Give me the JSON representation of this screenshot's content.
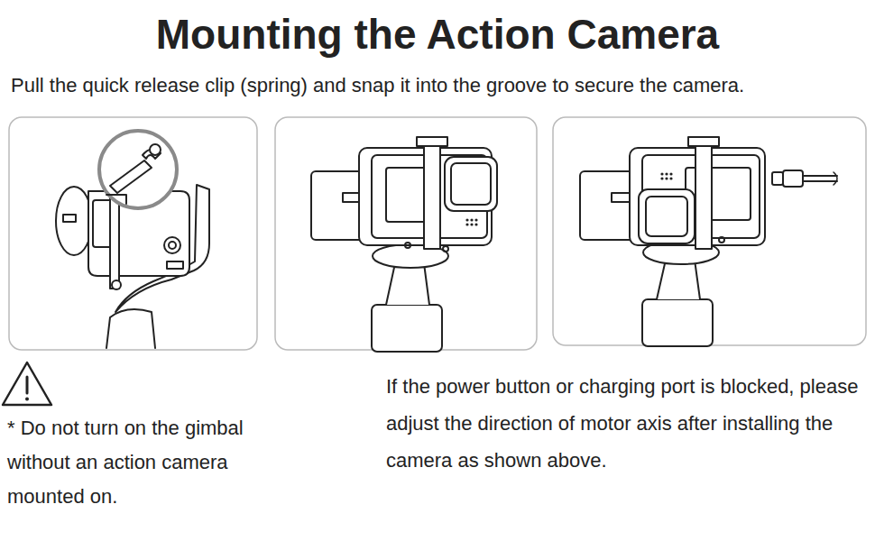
{
  "diagram": {
    "title": "Mounting the Action Camera",
    "labels": [
      "Pull the quick release clip (spring) and snap it into the groove to secure the camera.",
      "* Do not turn on the gimbal without an action camera mounted on.",
      "If the power button or charging port is blocked, please adjust the direction of motor axis after installing the camera as shown above."
    ]
  }
}
